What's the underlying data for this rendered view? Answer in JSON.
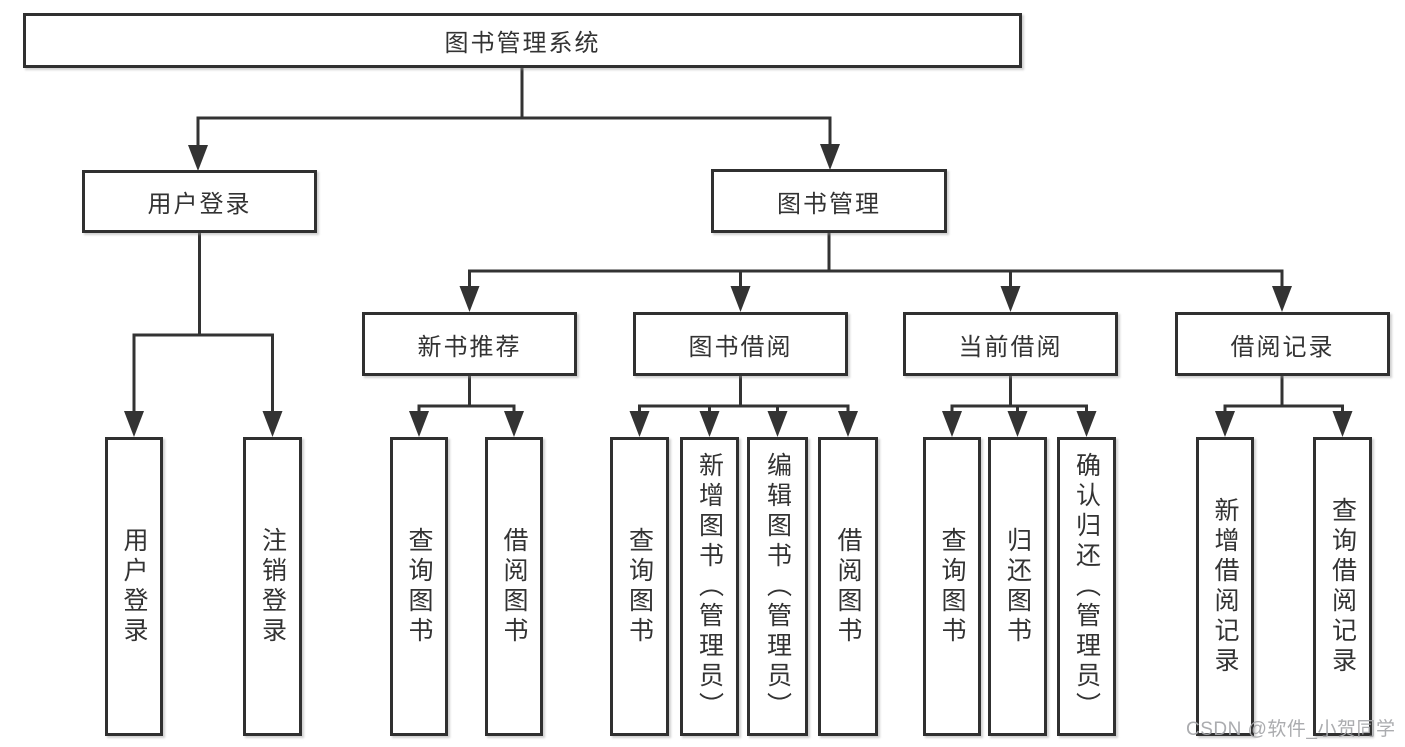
{
  "tree": {
    "root": {
      "label": "图书管理系统",
      "children": [
        {
          "label": "用户登录",
          "children": [
            {
              "label": "用户登录"
            },
            {
              "label": "注销登录"
            }
          ]
        },
        {
          "label": "图书管理",
          "children": [
            {
              "label": "新书推荐",
              "children": [
                {
                  "label": "查询图书"
                },
                {
                  "label": "借阅图书"
                }
              ]
            },
            {
              "label": "图书借阅",
              "children": [
                {
                  "label": "查询图书"
                },
                {
                  "label": "新增图书（管理员）"
                },
                {
                  "label": "编辑图书（管理员）"
                },
                {
                  "label": "借阅图书"
                }
              ]
            },
            {
              "label": "当前借阅",
              "children": [
                {
                  "label": "查询图书"
                },
                {
                  "label": "归还图书"
                },
                {
                  "label": "确认归还（管理员）"
                }
              ]
            },
            {
              "label": "借阅记录",
              "children": [
                {
                  "label": "新增借阅记录"
                },
                {
                  "label": "查询借阅记录"
                }
              ]
            }
          ]
        }
      ]
    }
  },
  "watermark": {
    "text": "CSDN @软件_小贺同学"
  },
  "colors": {
    "line": "#333333",
    "border": "#303030",
    "text": "#333333",
    "watermark": "#a6a8ab",
    "background": "#ffffff"
  }
}
